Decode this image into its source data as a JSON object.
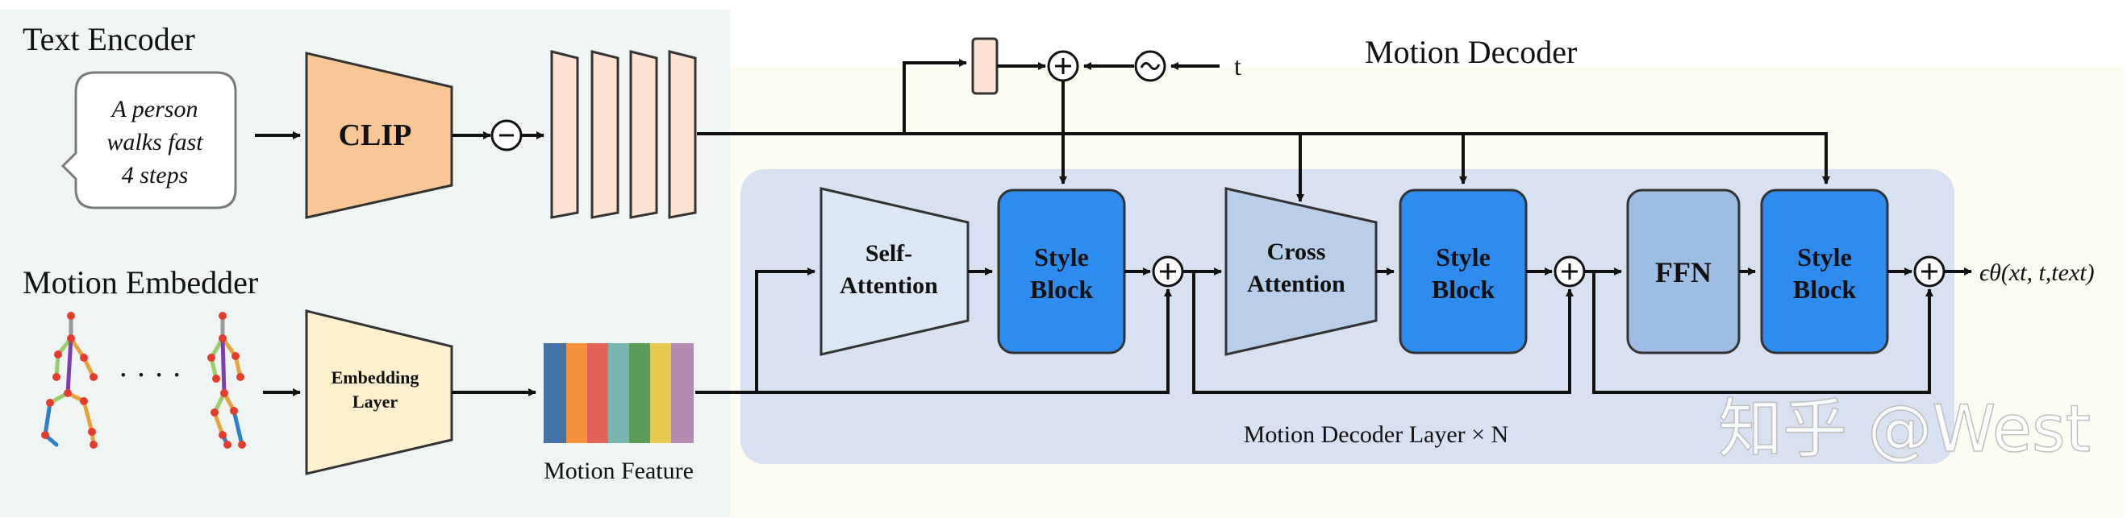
{
  "text_encoder": {
    "title": "Text Encoder",
    "prompt_lines": [
      "A person",
      "walks fast",
      "4 steps"
    ],
    "clip_label": "CLIP",
    "colors": {
      "panel": "#eef5f4",
      "clip": "#f9c796",
      "token": "#fce2d2"
    }
  },
  "motion_embedder": {
    "title": "Motion Embedder",
    "ellipsis": "· · · ·",
    "embed_lines": [
      "Embedding",
      "Layer"
    ],
    "feature_label": "Motion Feature",
    "feature_colors": [
      "#4472a8",
      "#f3913a",
      "#e46358",
      "#77b5b1",
      "#5b9c5a",
      "#e7c94d",
      "#b38ab0"
    ]
  },
  "decoder": {
    "title": "Motion Decoder",
    "timestep_label": "t",
    "layer_label": "Motion Decoder Layer × N",
    "self_attention_lines": [
      "Self-",
      "Attention"
    ],
    "cross_attention_lines": [
      "Cross",
      "Attention"
    ],
    "style_block_lines": [
      "Style",
      "Block"
    ],
    "ffn_label": "FFN",
    "output_label": "ϵθ(xt, t,text)",
    "colors": {
      "panel": "#fdfcf3",
      "layer": "#d8e1f1",
      "style": "#2e8cf0",
      "attention": "#dbe7f4",
      "ffn": "#9dbde2"
    }
  },
  "watermark": "知乎 @West"
}
